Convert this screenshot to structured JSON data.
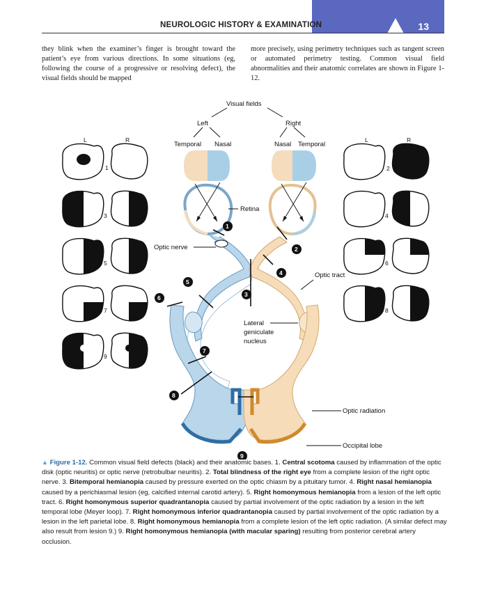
{
  "header": {
    "running_title": "NEUROLOGIC HISTORY & EXAMINATION",
    "page_number": "13",
    "accent_color": "#5b68bf"
  },
  "body": {
    "left_column": "they blink when the examiner’s finger is brought toward the patient’s eye from various directions. In some situations (eg, following the course of a progressive or resolving defect), the visual fields should be mapped",
    "right_column": "more precisely, using perimetry techniques such as tangent screen or automated perimetry testing. Common visual field abnormalities and their anatomic correlates are shown in Figure 1-12."
  },
  "figure": {
    "labels": {
      "visual_fields": "Visual fields",
      "left": "Left",
      "right": "Right",
      "temporal_left": "Temporal",
      "nasal_left": "Nasal",
      "nasal_right": "Nasal",
      "temporal_right": "Temporal",
      "retina": "Retina",
      "optic_nerve": "Optic nerve",
      "optic_tract": "Optic tract",
      "lgn_1": "Lateral",
      "lgn_2": "geniculate",
      "lgn_3": "nucleus",
      "optic_radiation": "Optic radiation",
      "occipital_lobe": "Occipital lobe"
    },
    "eye_headers": {
      "l": "L",
      "r": "R"
    },
    "field_numbers": [
      "1",
      "2",
      "3",
      "4",
      "5",
      "6",
      "7",
      "8",
      "9"
    ],
    "lesion_numbers": [
      "1",
      "2",
      "3",
      "4",
      "5",
      "6",
      "7",
      "8",
      "9"
    ],
    "colors": {
      "left_pathway": "#b9d6ea",
      "right_pathway": "#f6dcb8",
      "defect": "#111111",
      "marker": "#111111"
    }
  },
  "caption": {
    "figure_label": "Figure 1-12.",
    "intro": " Common visual field defects (black) and their anatomic bases. 1. ",
    "b1": "Central scotoma",
    "t1": " caused by inflammation of the optic disk (optic neuritis) or optic nerve (retrobulbar neuritis). 2. ",
    "b2": "Total blindness of the right eye",
    "t2": " from a complete lesion of the right optic nerve. 3. ",
    "b3": "Bitemporal hemianopia",
    "t3": " caused by pressure exerted on the optic chiasm by a pituitary tumor. 4. ",
    "b4": "Right nasal hemianopia",
    "t4": " caused by a perichiasmal lesion (eg, calcified internal carotid artery). 5. ",
    "b5": "Right homonymous hemianopia",
    "t5": " from a lesion of the left optic tract. 6. ",
    "b6": "Right homonymous superior quadrantanopia",
    "t6": " caused by partial involvement of the optic radiation by a lesion in the left temporal lobe (Meyer loop). 7. ",
    "b7": "Right homonymous inferior quadrantanopia",
    "t7": " caused by partial involvement of the optic radiation by a lesion in the left parietal lobe. 8. ",
    "b8": "Right homonymous hemianopia",
    "t8": " from a complete lesion of the left optic radiation. (A similar defect may also result from lesion 9.) 9. ",
    "b9": "Right homonymous hemianopia (with macular sparing)",
    "t9": " resulting from posterior cerebral artery occlusion."
  }
}
